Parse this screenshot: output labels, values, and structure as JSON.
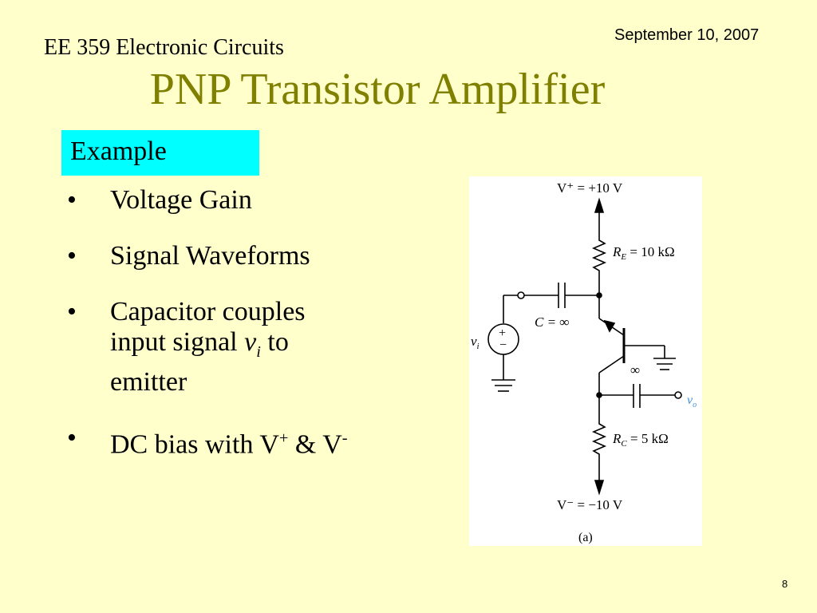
{
  "header": {
    "course": "EE 359 Electronic Circuits",
    "date": "September 10, 2007"
  },
  "slide": {
    "title": "PNP Transistor Amplifier",
    "example_label": "Example",
    "bullets": {
      "b1": "Voltage Gain",
      "b2": "Signal Waveforms",
      "b3_part1": "Capacitor couples input signal ",
      "b3_var": "v",
      "b3_sub": "i",
      "b3_part2": " to emitter",
      "b4_part1": "DC bias with V",
      "b4_sup1": "+",
      "b4_mid": " & V",
      "b4_sup2": "-"
    },
    "bullet_char": "•"
  },
  "figure": {
    "vplus": "V⁺ = +10 V",
    "re": "R",
    "re_sub": "E",
    "re_val": " = 10 kΩ",
    "cap": "C = ∞",
    "vi": "v",
    "vi_sub": "i",
    "inf": "∞",
    "vo": "v",
    "vo_sub": "o",
    "rc": "R",
    "rc_sub": "C",
    "rc_val": " = 5 kΩ",
    "vminus": "V⁻ = −10 V",
    "caption": "(a)",
    "vo_color": "#3b8ed8"
  },
  "footer": {
    "page": "8"
  }
}
